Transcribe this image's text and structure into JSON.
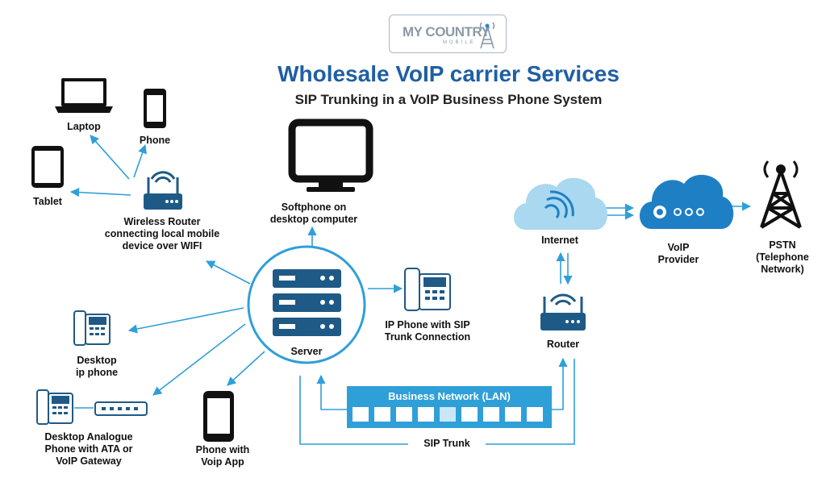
{
  "header": {
    "logo_text": "MY COUNTRY",
    "logo_sub": "MOBILE",
    "title": "Wholesale VoIP carrier Services",
    "subtitle": "SIP Trunking in a VoIP Business Phone System"
  },
  "nodes": {
    "laptop": "Laptop",
    "phone": "Phone",
    "tablet": "Tablet",
    "wireless_router": "Wireless Router\nconnecting local mobile\ndevice over WIFI",
    "softphone": "Softphone on\ndesktop computer",
    "ip_phone": "IP Phone with SIP\nTrunk Connection",
    "desktop_ip_phone": "Desktop\nip phone",
    "desktop_analogue": "Desktop Analogue\nPhone with ATA or\nVoIP Gateway",
    "phone_voip_app": "Phone with\nVoip App",
    "server": "Server",
    "internet": "Internet",
    "voip_provider": "VoIP\nProvider",
    "pstn": "PSTN\n(Telephone\nNetwork)",
    "router": "Router",
    "business_network": "Business Network (LAN)",
    "sip_trunk": "SIP Trunk"
  },
  "colors": {
    "accent": "#2f9fd8",
    "dark_blue": "#1f5a86",
    "title_blue": "#1f5fa3",
    "cloud_light": "#a9d8f0",
    "cloud_dark": "#1f7fc4",
    "device_black": "#111111"
  }
}
